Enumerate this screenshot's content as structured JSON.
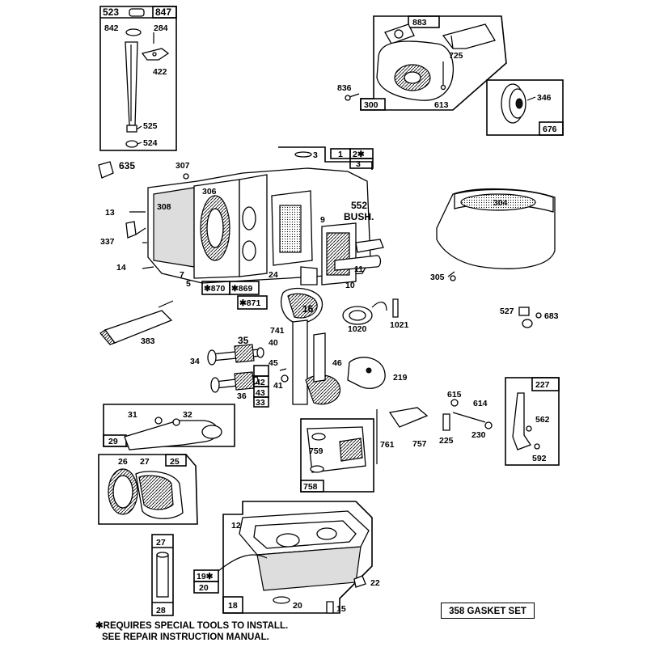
{
  "parts": {
    "p523": "523",
    "p847": "847",
    "p842": "842",
    "p284": "284",
    "p422": "422",
    "p525": "525",
    "p524": "524",
    "p883": "883",
    "p725": "725",
    "p836": "836",
    "p300": "300",
    "p613": "613",
    "p346": "346",
    "p676": "676",
    "p635": "635",
    "p307": "307",
    "p306": "306",
    "p308": "308",
    "p13": "13",
    "p337": "337",
    "p14": "14",
    "p7": "7",
    "p5": "5",
    "p870": "✱870",
    "p869": "✱869",
    "p871": "✱871",
    "p3a": "3",
    "p1": "1",
    "p2": "2✱",
    "p3b": "3",
    "p552": "552",
    "pbush": "BUSH.",
    "p9": "9",
    "p11": "11",
    "p10": "10",
    "p24": "24",
    "p304": "304",
    "p305": "305",
    "p16": "16",
    "p1020": "1020",
    "p1021": "1021",
    "p741": "741",
    "p383": "383",
    "p527": "527",
    "p683": "683",
    "p35": "35",
    "p40": "40",
    "p34": "34",
    "p45": "45",
    "p46": "46",
    "p219": "219",
    "p36": "36",
    "p41": "41",
    "p42": "42",
    "p43": "43",
    "p33": "33",
    "p31": "31",
    "p32": "32",
    "p29": "29",
    "p615": "615",
    "p614": "614",
    "p225": "225",
    "p230": "230",
    "p227": "227",
    "p562": "562",
    "p592": "592",
    "p759": "759",
    "p761": "761",
    "p757": "757",
    "p758": "758",
    "p26": "26",
    "p27a": "27",
    "p25": "25",
    "p27b": "27",
    "p28": "28",
    "p12": "12",
    "p19": "19✱",
    "p20a": "20",
    "p18": "18",
    "p20b": "20",
    "p22": "22",
    "p15": "15"
  },
  "gasket_set": "358 GASKET SET",
  "footnote": {
    "line1": "✱REQUIRES SPECIAL TOOLS TO INSTALL.",
    "line2": "SEE REPAIR INSTRUCTION MANUAL."
  }
}
